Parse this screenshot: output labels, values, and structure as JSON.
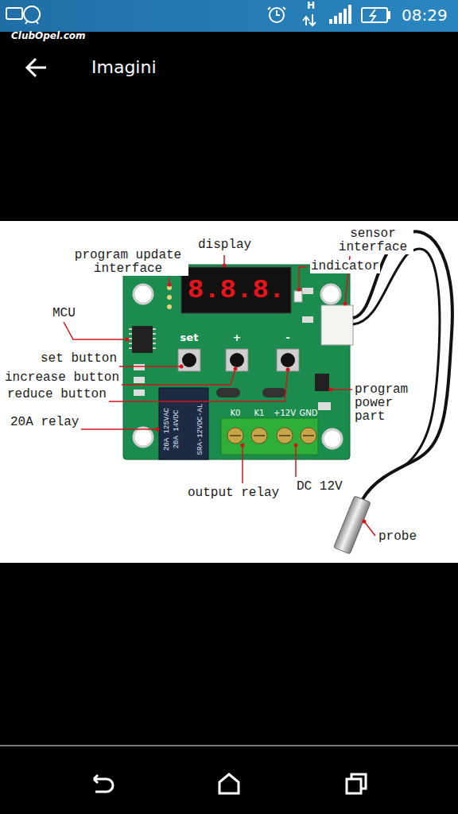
{
  "diagram": {
    "title": "Imagini",
    "labels": [
      "ClubOpel.com",
      "H",
      "08:29",
      "program update interface",
      "display",
      "sensor interface",
      "indicator",
      "MCU",
      "set",
      "+",
      "-",
      "set button",
      "increase button",
      "reduce button",
      "program power part",
      "20A relay",
      "8.8.8.",
      "SRA-12VDC-AL",
      "20A 14VDC",
      "20A 125VAC",
      "K0",
      "K1",
      "+12V",
      "GND",
      "output relay",
      "DC 12V",
      "probe"
    ]
  }
}
